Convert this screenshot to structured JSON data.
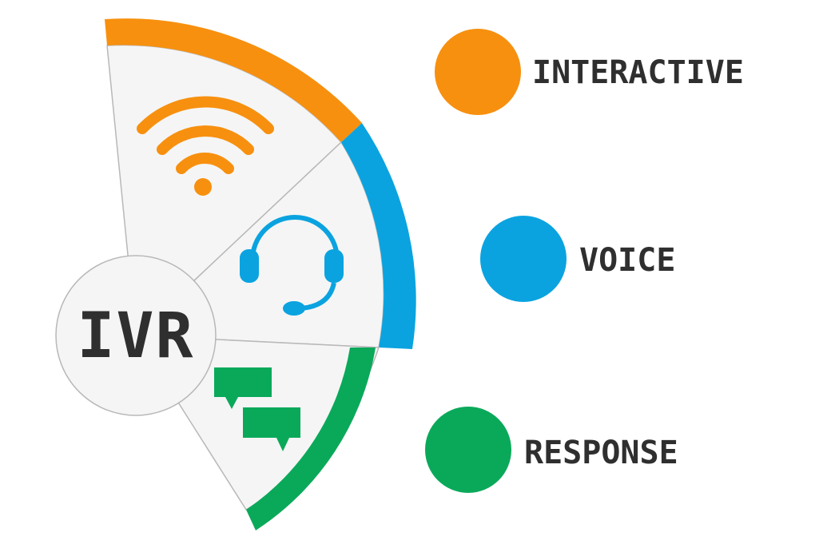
{
  "center": {
    "text": "IVR"
  },
  "legend": [
    {
      "text": "INTERACTIVE",
      "color": "#f7900f",
      "icon": "wifi-icon"
    },
    {
      "text": "VOICE",
      "color": "#0aa3e0",
      "icon": "headset-icon"
    },
    {
      "text": "RESPONSE",
      "color": "#0aa95a",
      "icon": "chat-bubbles-icon"
    }
  ],
  "colors": {
    "sector_fill": "#f5f5f5",
    "sector_stroke": "#b8b8b8",
    "text": "#2f2f2f"
  }
}
